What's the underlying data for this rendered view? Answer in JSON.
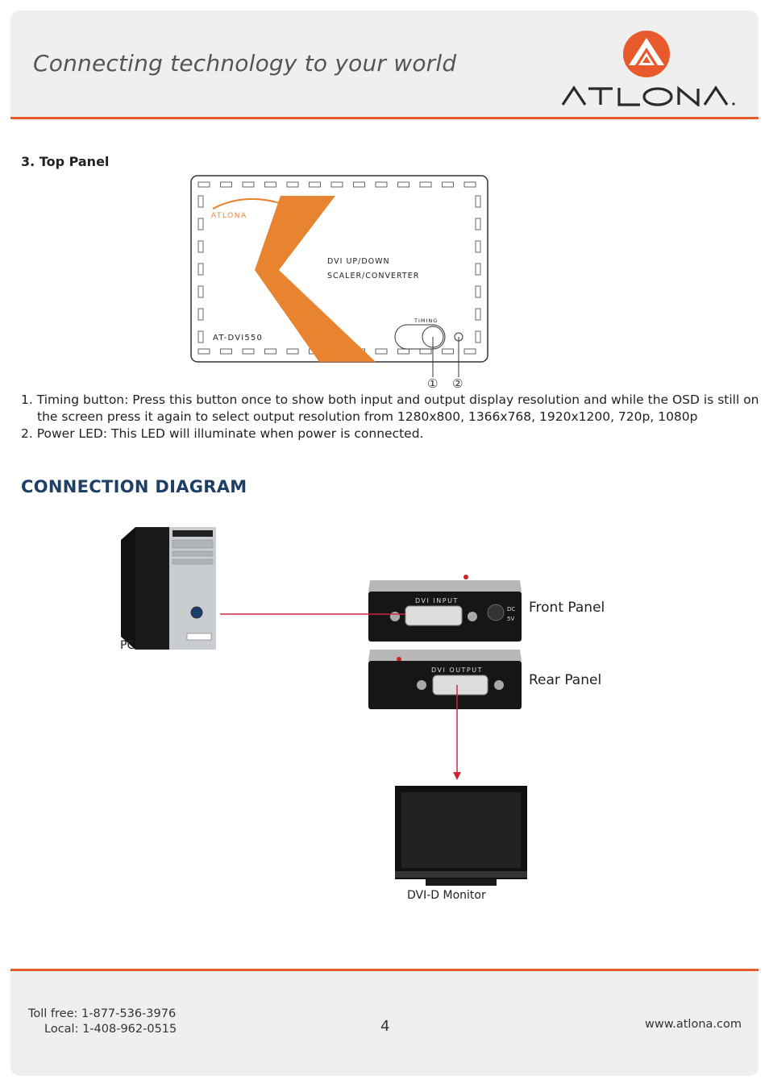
{
  "header": {
    "tagline": "Connecting technology to your world",
    "brand": "ATLONA",
    "accent_color": "#e85a2c"
  },
  "top_panel": {
    "heading": "3. Top Panel",
    "device": {
      "logo_text": "ATLONA",
      "product_line1": "DVI UP/DOWN",
      "product_line2": "SCALER/CONVERTER",
      "model": "AT-DVI550",
      "timing_label": "TIMING"
    },
    "callouts": [
      "①",
      "②"
    ],
    "items": [
      {
        "line1": "1. Timing button: Press this button once to show both input and output display resolution and while the OSD is still on",
        "line2": "the screen press it again to select output resolution from 1280x800, 1366x768, 1920x1200, 720p, 1080p"
      },
      {
        "line1": "2. Power LED:  This LED will illuminate when power is connected."
      }
    ]
  },
  "connection": {
    "heading": "CONNECTION DIAGRAM",
    "pc_label": "PC",
    "front_panel_label": "Front Panel",
    "rear_panel_label": "Rear Panel",
    "front_port_label": "DVI INPUT",
    "front_dc_label1": "DC",
    "front_dc_label2": "5V",
    "rear_port_label": "DVI OUTPUT",
    "monitor_label": "DVI-D Monitor",
    "line_color": "#d0243a"
  },
  "footer": {
    "toll_free": "Toll free: 1-877-536-3976",
    "local": "Local: 1-408-962-0515",
    "page_number": "4",
    "website": "www.atlona.com"
  }
}
